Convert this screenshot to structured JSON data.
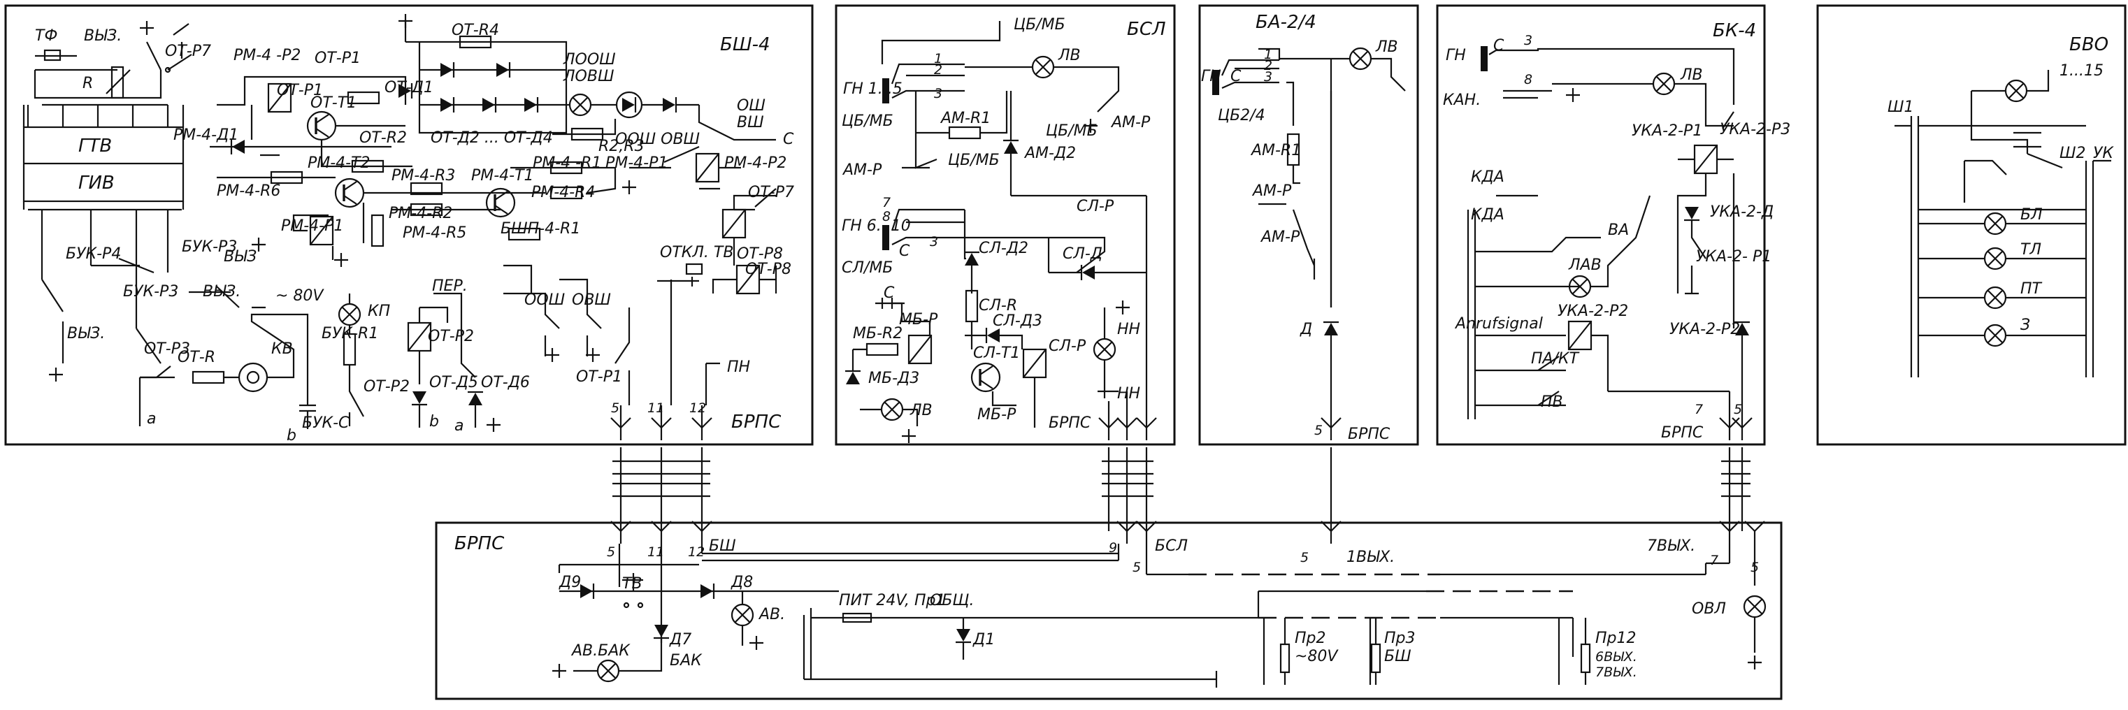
{
  "blocks": {
    "bsh4": {
      "title": "БШ-4"
    },
    "bsl": {
      "title": "БСЛ"
    },
    "ba24": {
      "title": "БА-2/4"
    },
    "bk4": {
      "title": "БК-4"
    },
    "bvo": {
      "title": "БВО"
    },
    "brps": {
      "title": "БРПС"
    }
  },
  "labels": {
    "tf": "ТФ",
    "vyz1": "ВЫЗ.",
    "ot_r7": "ОТ-Р7",
    "r": "R",
    "rm4_r2": "РМ-4 -Р2",
    "ot_r1": "ОТ-Р1",
    "ot_r4": "ОТ-R4",
    "ot_d1": "ОТ-Д1",
    "loosh": "ЛООШ",
    "lovsh": "ЛОВШ",
    "ot_t1": "ОТ-Т1",
    "ot_r2": "ОТ-R2",
    "ot_d2_d4": "ОТ-Д2 ... ОТ-Д4",
    "r2_r3": "R2,R3",
    "osh": "ОШ",
    "vsh": "ВШ",
    "oosh_ovsh": "ООШ ОВШ",
    "c": "С",
    "gtv": "ГТВ",
    "giv": "ГИВ",
    "rm4_d1": "РМ-4-Д1",
    "rm4_t2": "РМ-4-Т2",
    "rm4_r3": "РМ-4-R3",
    "rm4_t1": "РМ-4-Т1",
    "rm4_r1": "РМ-4 -R1",
    "rm4_r6": "РМ-4-R6",
    "rm4_r4": "РМ-4-R4",
    "rm4_p1": "РМ-4-Р1",
    "rm4_r2b": "РМ-4-R2",
    "rm4_r5": "РМ-4-R5",
    "rm4_p1b": "РМ-4-Р1",
    "rm4_p2": "РМ-4-Р2",
    "ot_p7": "ОТ-Р7",
    "buk_r4": "БУК-Р4",
    "buk_r3": "БУК-Р3",
    "vyz": "ВЫЗ",
    "bshp4_r1": "БШП-4-R1",
    "otkl_tv": "ОТКЛ. ТВ",
    "ot_p8": "ОТ-Р8",
    "ot_r8": "ОТ-Р8",
    "vyz3": "ВЫЗ.",
    "v80": "~ 80V",
    "kp": "КП",
    "per": "ПЕР.",
    "buk_r3b": "БУК-Р3",
    "vyz3b": "ВЫЗ.",
    "oosh": "ООШ",
    "ovsh": "ОВШ",
    "buk_r1": "БУК-R1",
    "ot_p2": "ОТ-Р2",
    "ot_p2b": "ОТ-Р2",
    "ot_d5": "ОТ-Д5",
    "ot_d6": "ОТ-Д6",
    "ot_p3": "ОТ-Р3",
    "ot_r": "ОТ-R",
    "kv": "КВ",
    "ot_p1": "ОТ-Р1",
    "pn": "ПН",
    "buk_c": "БУК-С",
    "a": "а",
    "b": "b",
    "tsb_mb": "ЦБ/МБ",
    "gn15": "ГН 1...5",
    "tsb_mb2": "ЦБ/МБ",
    "am_r1": "АМ-R1",
    "tsb_mb3": "ЦБ/МБ",
    "lv": "ЛВ",
    "tsb_mb4": "ЦБ/МБ",
    "am_r": "АМ-Р",
    "am_d2": "АМ-Д2",
    "am_p": "АМ-Р",
    "gn610": "ГН 6...10",
    "sl_mb": "СЛ/МБ",
    "sl_p": "СЛ-Р",
    "sl_d": "СЛ-Д",
    "sl_d2": "СЛ-Д2",
    "mb_r2": "МБ-R2",
    "mb_p": "МБ-Р",
    "sl_r": "СЛ-R",
    "sl_d3": "СЛ-Д3",
    "sl_t1": "СЛ-Т1",
    "sl_p2": "СЛ-Р",
    "nn": "НН",
    "nn2": "НН",
    "mb_d3": "МБ-Д3",
    "lv2": "ЛВ",
    "mb_p2": "МБ-Р",
    "brps_s": "БРПС",
    "gn_s": "ГН",
    "tsb24": "ЦБ2/4",
    "am_r1b": "АМ-R1",
    "am_pb": "АМ-Р",
    "am_pc": "АМ-Р",
    "d": "Д",
    "lv3": "ЛВ",
    "brps3": "БРПС",
    "gn_k": "ГН",
    "kan": "КАН.",
    "lv4": "ЛВ",
    "uka_r1": "УКА-2-Р1",
    "uka_r3": "УКА-2-Р3",
    "kda": "КДА",
    "kda2": "КДА",
    "va": "ВА",
    "uka_d": "УКА-2-Д",
    "lav": "ЛАВ",
    "uka_p1": "УКА-2- Р1",
    "uka_p2": "УКА-2-Р2",
    "anruf": "Anrufsignal",
    "uka_p2b": "УКА-2-Р2",
    "pa_kt": "ПА/КТ",
    "pv": "ПВ",
    "brps4": "БРПС",
    "range15": "1...15",
    "sh1": "Ш1",
    "sh2": "Ш2",
    "uk": "УК",
    "bl": "БЛ",
    "tl": "ТЛ",
    "pt": "ПТ",
    "z": "З",
    "brps_lbl": "БРПС",
    "bsh": "БШ",
    "bsl": "БСЛ",
    "vyh1": "1ВЫХ.",
    "vyh7": "7ВЫХ.",
    "d9": "Д9",
    "tv": "ТВ",
    "d8": "Д8",
    "av": "АВ.",
    "pit": "ПИТ 24V, Пр1",
    "obsh": "ОБЩ.",
    "d1": "Д1",
    "d7": "Д7",
    "av_bak": "АВ.БАК",
    "bak": "БАК",
    "ovl": "ОВЛ",
    "pr2": "Пр2",
    "v80b": "~80V",
    "pr3": "Пр3",
    "bsh2": "БШ",
    "pr12": "Пр12",
    "vyh6": "6ВЫХ.",
    "vyh7b": "7ВЫХ.",
    "n5": "5",
    "n11": "11",
    "n12": "12",
    "n9": "9",
    "n7": "7"
  }
}
